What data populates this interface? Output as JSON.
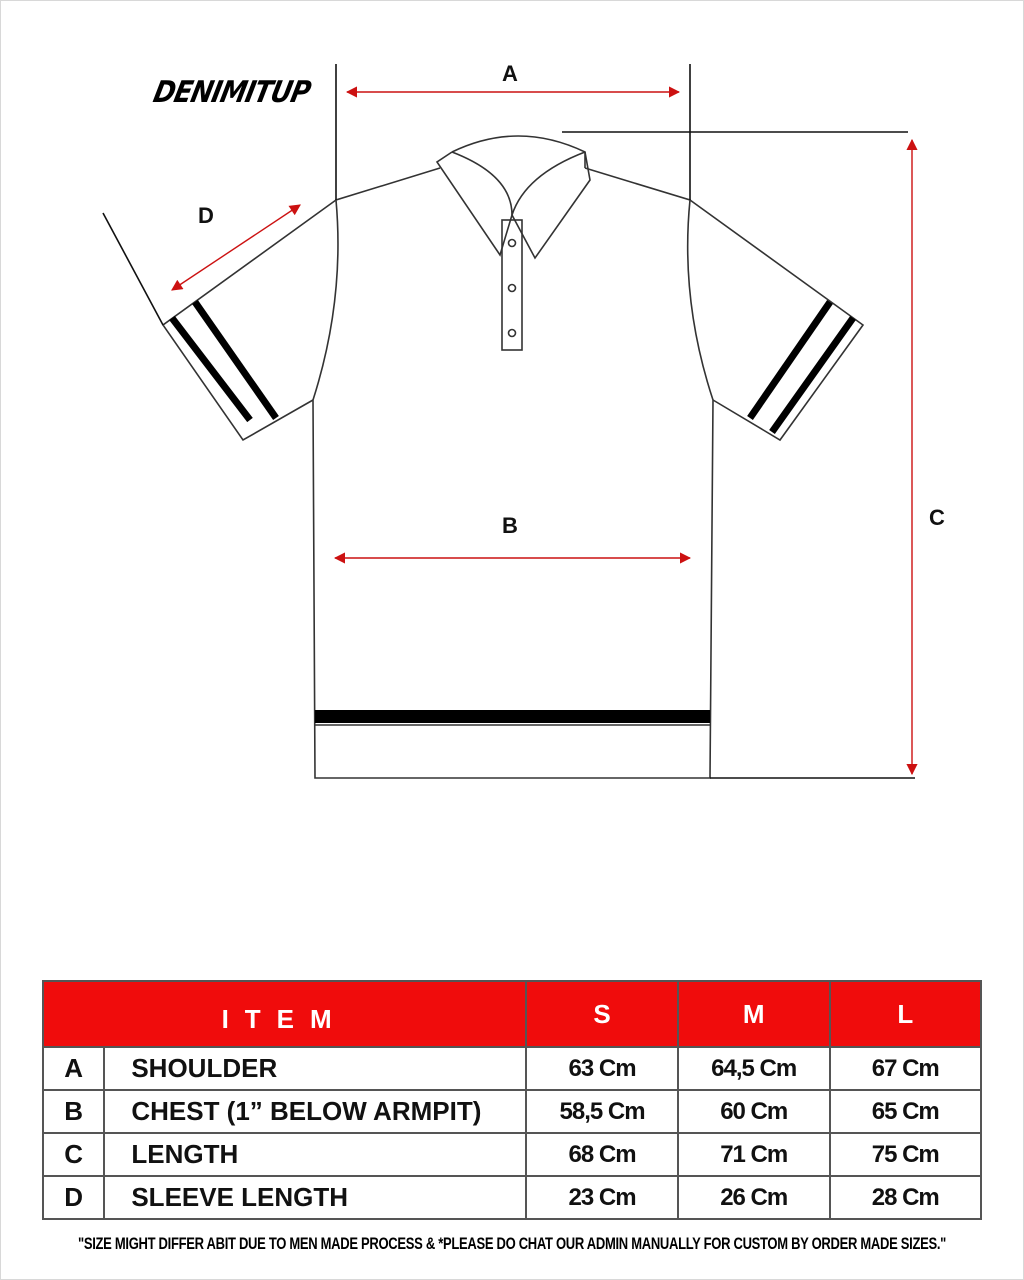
{
  "brand": "DENIMITUP",
  "diagram": {
    "labels": {
      "a": "A",
      "b": "B",
      "c": "C",
      "d": "D"
    },
    "arrow_color": "#cc1111",
    "stripe_color": "#000000"
  },
  "table": {
    "header_color": "#f00c0c",
    "headers": {
      "item": "ITEM",
      "sizes": [
        "S",
        "M",
        "L"
      ]
    },
    "rows": [
      {
        "code": "A",
        "name": "SHOULDER",
        "values": [
          "63 Cm",
          "64,5 Cm",
          "67 Cm"
        ]
      },
      {
        "code": "B",
        "name": "CHEST (1” BELOW ARMPIT)",
        "values": [
          "58,5 Cm",
          "60 Cm",
          "65 Cm"
        ]
      },
      {
        "code": "C",
        "name": "LENGTH",
        "values": [
          "68 Cm",
          "71 Cm",
          "75 Cm"
        ]
      },
      {
        "code": "D",
        "name": "SLEEVE LENGTH",
        "values": [
          "23 Cm",
          "26 Cm",
          "28 Cm"
        ]
      }
    ]
  },
  "footnote": "\"SIZE MIGHT DIFFER ABIT DUE TO MEN MADE PROCESS & *PLEASE DO CHAT OUR ADMIN MANUALLY FOR CUSTOM BY ORDER MADE SIZES.\""
}
